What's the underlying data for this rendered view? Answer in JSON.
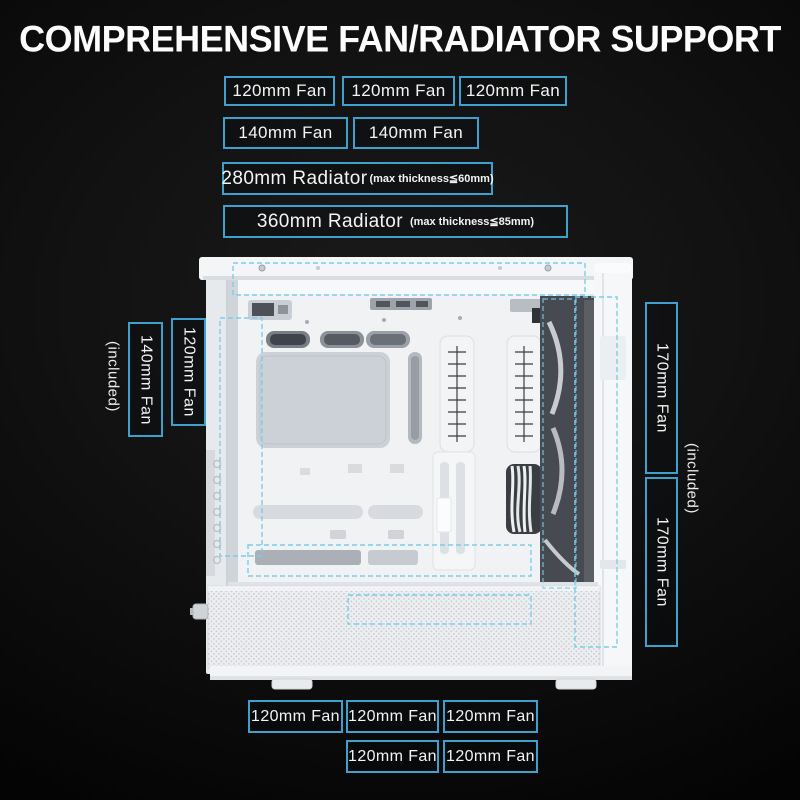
{
  "title": "COMPREHENSIVE FAN/RADIATOR SUPPORT",
  "colors": {
    "accent_border": "#3f9fcd",
    "dashed_outline": "#7bcdec",
    "background": "#111111",
    "text": "#f2f2f2",
    "case_body": "#f2f4f6"
  },
  "top_labels": {
    "row1": [
      "120mm Fan",
      "120mm Fan",
      "120mm Fan"
    ],
    "row2": [
      "140mm Fan",
      "140mm Fan"
    ],
    "row3_main": "280mm Radiator",
    "row3_note": "(max thickness≦60mm)",
    "row4_main": "360mm Radiator",
    "row4_note": "(max thickness≦85mm)"
  },
  "left_labels": {
    "included_note": "(included)",
    "outer_fan": "140mm Fan",
    "inner_fan": "120mm Fan"
  },
  "right_labels": {
    "top_fan": "170mm Fan",
    "bottom_fan": "170mm Fan",
    "included_note": "(included)"
  },
  "bottom_labels": {
    "row1": [
      "120mm Fan",
      "120mm Fan",
      "120mm Fan"
    ],
    "row2": [
      "120mm Fan",
      "120mm Fan"
    ]
  }
}
